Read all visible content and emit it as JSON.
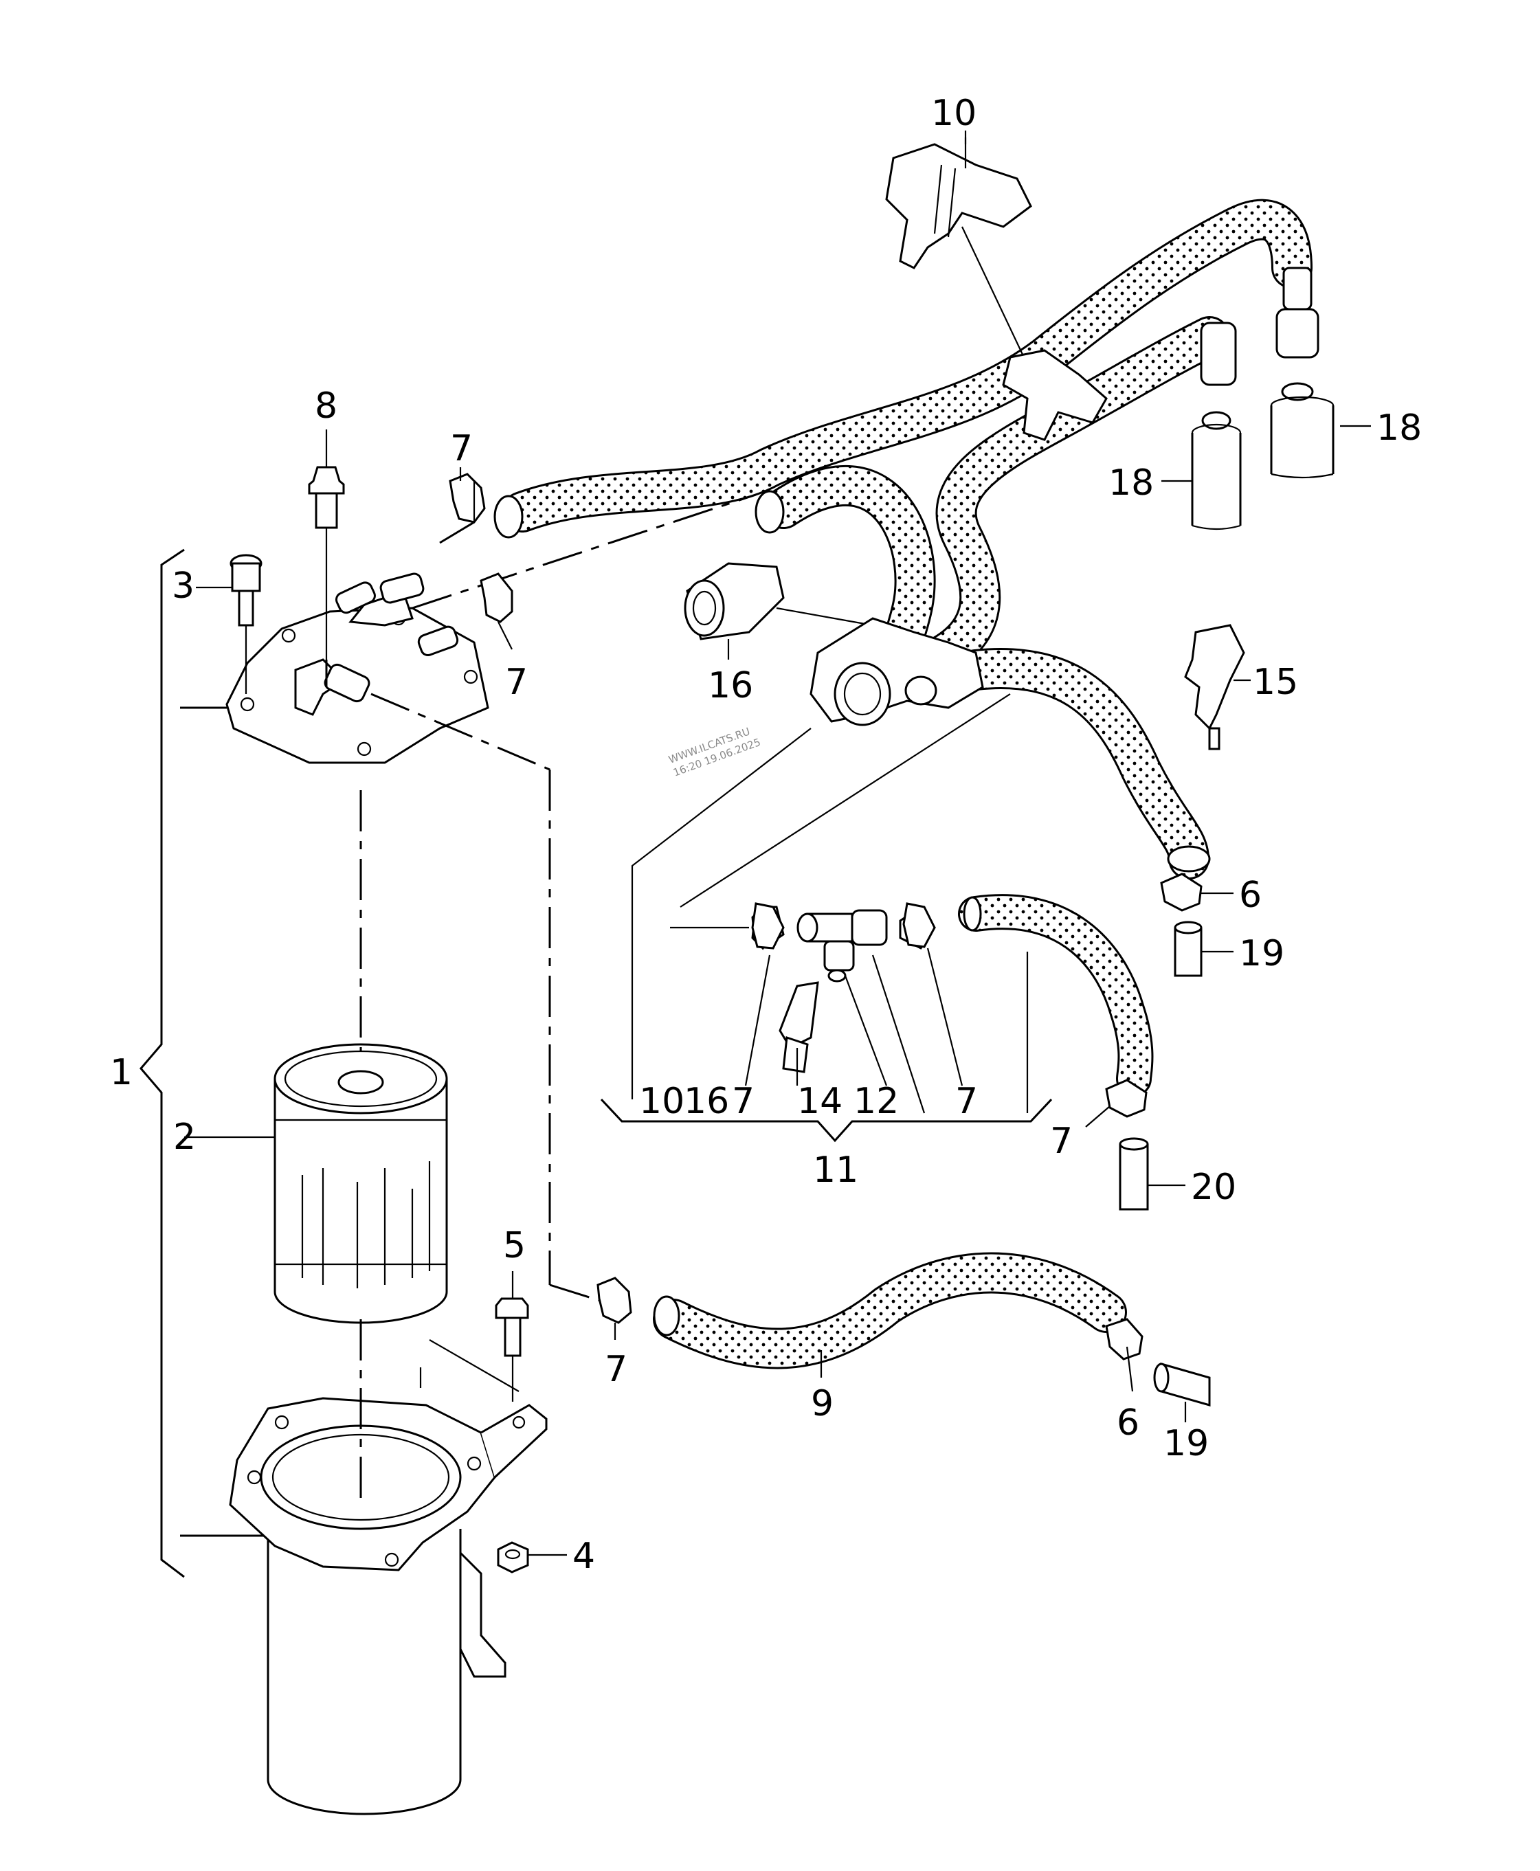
{
  "diagram": {
    "watermark": [
      "WWW.ILCATS.RU",
      "16:20 19.06.2025"
    ],
    "callouts": {
      "c1": "1",
      "c2": "2",
      "c3": "3",
      "c4": "4",
      "c5": "5",
      "c6a": "6",
      "c6b": "6",
      "c7a": "7",
      "c7b": "7",
      "c7c": "7",
      "c7d": "7",
      "c7e": "7",
      "c7f": "7",
      "c8": "8",
      "c9": "9",
      "c10a": "10",
      "c10b": "10",
      "c11": "11",
      "c12": "12",
      "c14": "14",
      "c15": "15",
      "c16a": "16",
      "c16b": "16",
      "c18a": "18",
      "c18b": "18",
      "c19a": "19",
      "c19b": "19",
      "c20": "20"
    }
  }
}
